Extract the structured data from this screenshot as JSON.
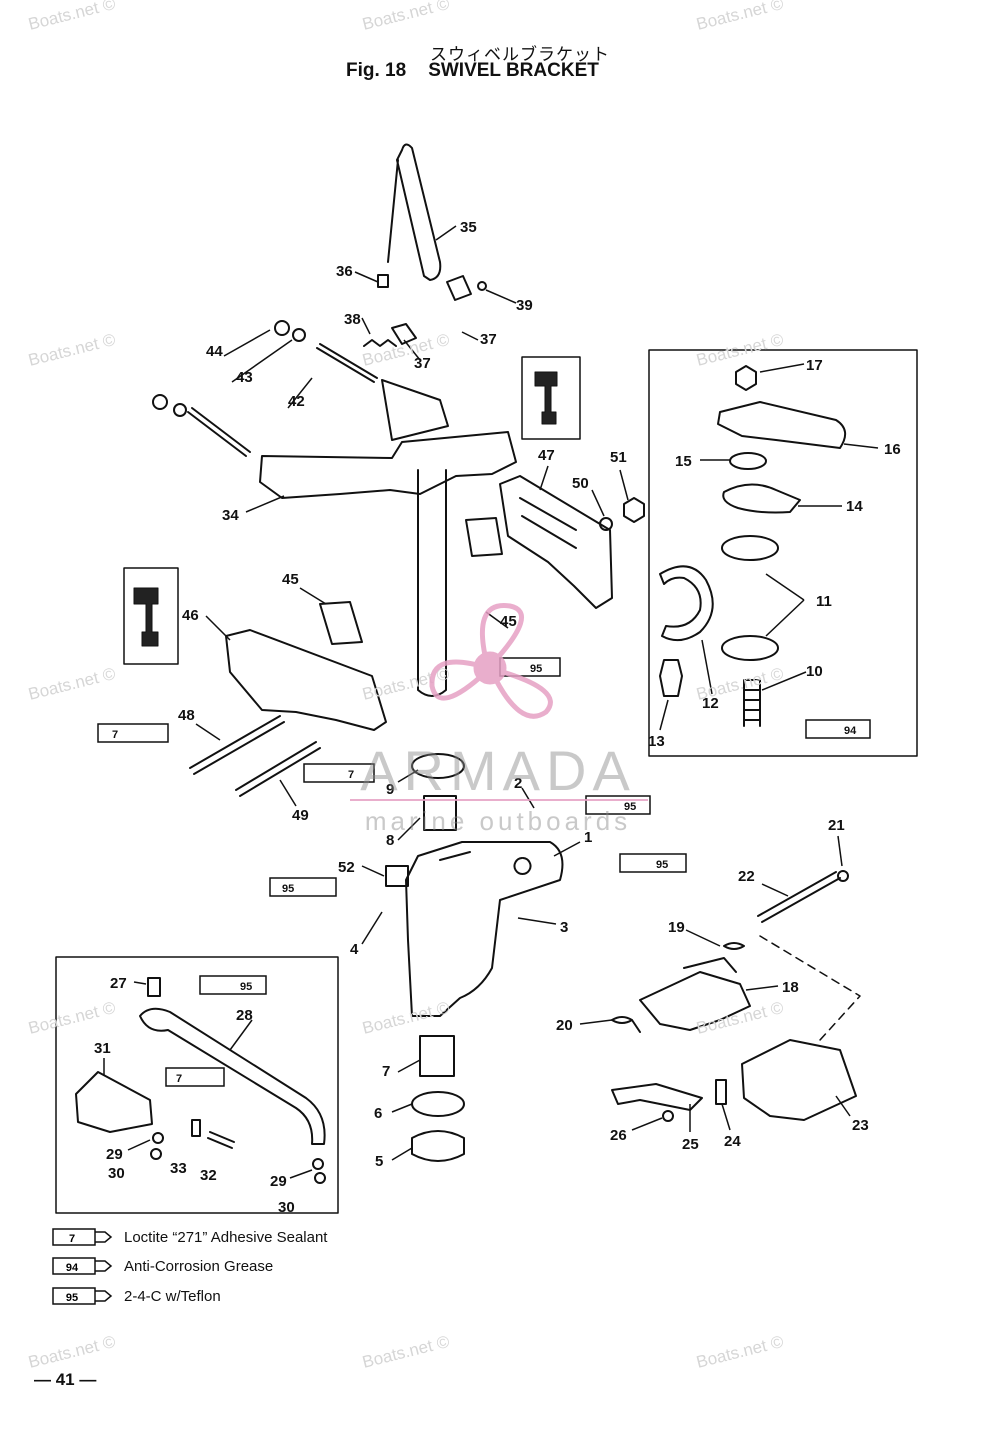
{
  "header": {
    "title_japanese": "スウィベルブラケット",
    "fig_label": "Fig. 18",
    "title": "SWIVEL BRACKET"
  },
  "callouts": [
    "1",
    "2",
    "3",
    "4",
    "5",
    "6",
    "7",
    "8",
    "9",
    "10",
    "11",
    "12",
    "13",
    "14",
    "15",
    "16",
    "17",
    "18",
    "19",
    "20",
    "21",
    "22",
    "23",
    "24",
    "25",
    "26",
    "27",
    "28",
    "29",
    "29",
    "30",
    "30",
    "31",
    "32",
    "33",
    "34",
    "35",
    "36",
    "37",
    "37",
    "38",
    "39",
    "42",
    "43",
    "44",
    "45",
    "45",
    "46",
    "47",
    "48",
    "49",
    "50",
    "51",
    "52"
  ],
  "tube_codes": [
    "7",
    "95",
    "94"
  ],
  "legend": [
    {
      "code": "7",
      "text": "Loctite “271” Adhesive Sealant"
    },
    {
      "code": "94",
      "text": "Anti-Corrosion Grease"
    },
    {
      "code": "95",
      "text": "2-4-C w/Teflon"
    }
  ],
  "watermark": {
    "site": "Boats.net ©",
    "brand_name": "ARMADA",
    "brand_tagline": "marine outboards",
    "brand_color": "#e6a0c4"
  },
  "footer": {
    "page_number": "— 41 —"
  }
}
